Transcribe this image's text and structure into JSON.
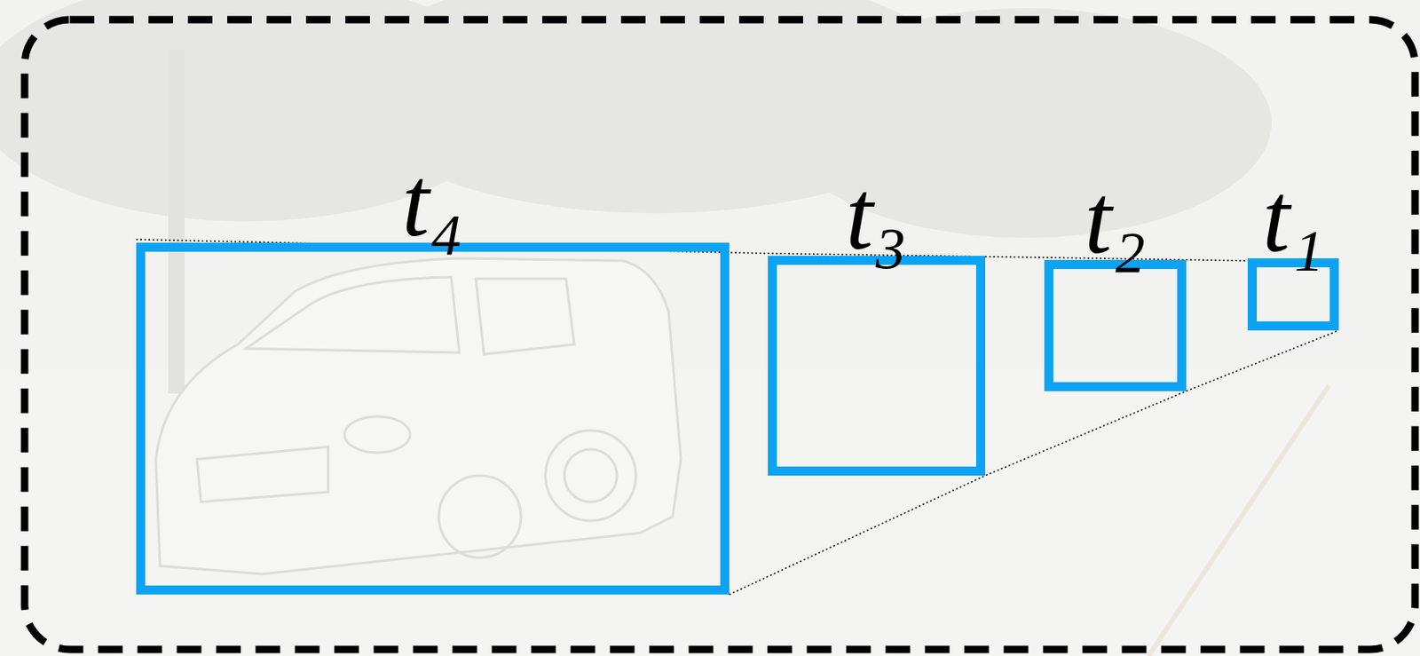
{
  "diagram": {
    "nodes": [
      {
        "text": [
          "t₄"
        ]
      },
      {
        "text": [
          "t₃"
        ]
      },
      {
        "text": [
          "t₂"
        ]
      },
      {
        "text": [
          "t₁"
        ]
      }
    ]
  }
}
